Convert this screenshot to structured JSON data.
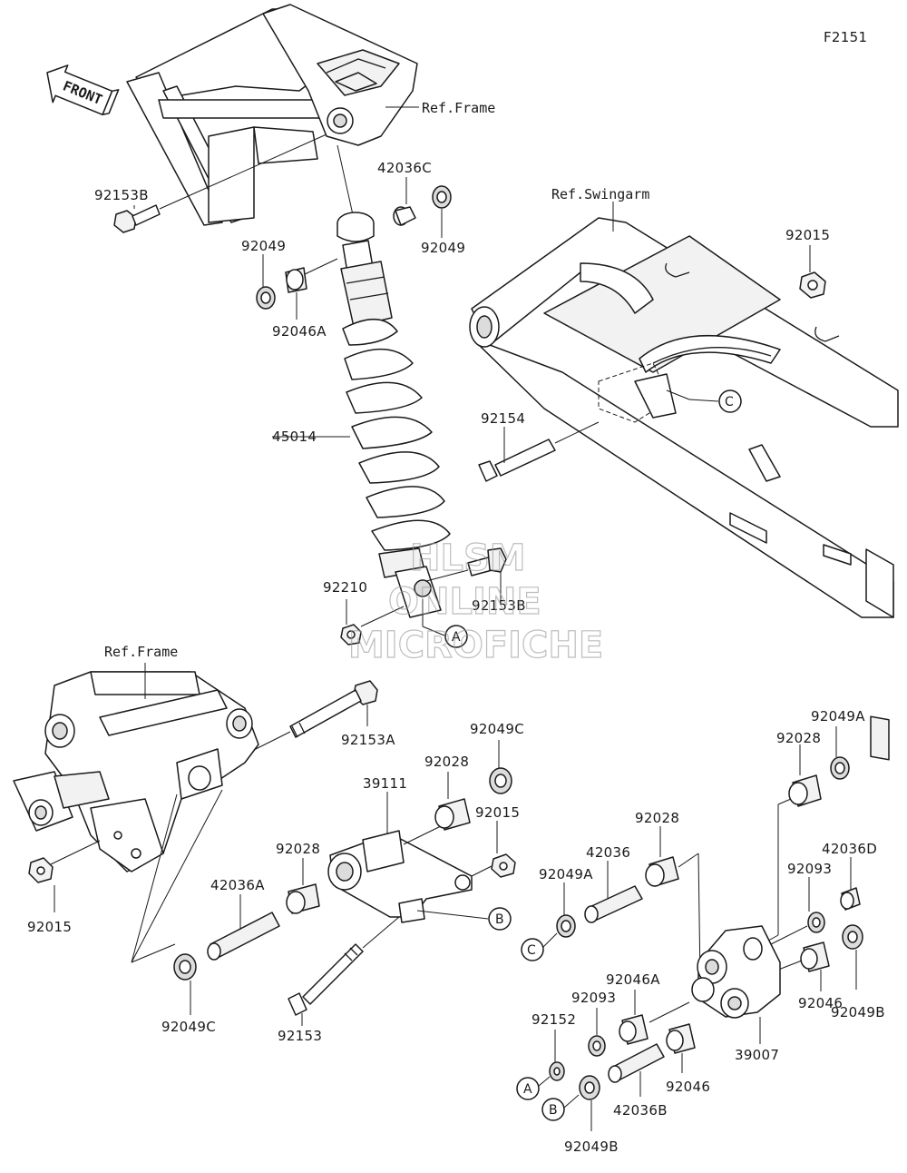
{
  "figure_code": "F2151",
  "front_label": "FRONT",
  "ref_labels": {
    "frame_top": "Ref.Frame",
    "swingarm": "Ref.Swingarm",
    "frame_bottom": "Ref.Frame"
  },
  "callouts": {
    "a": "A",
    "b": "B",
    "c": "C"
  },
  "part_numbers": {
    "p92153B_top": "92153B",
    "p42036C": "42036C",
    "p92049_left": "92049",
    "p92049_right": "92049",
    "p92046A_top": "92046A",
    "p45014": "45014",
    "p92015_top": "92015",
    "p92154": "92154",
    "p92210": "92210",
    "p92153B_mid": "92153B",
    "p92153A": "92153A",
    "p92049C_top": "92049C",
    "p92028_a": "92028",
    "p39111": "39111",
    "p92015_mid": "92015",
    "p92028_b": "92028",
    "p42036A": "42036A",
    "p92015_left": "92015",
    "p92049C_bottom": "92049C",
    "p92153": "92153",
    "p92049A_top": "92049A",
    "p92028_c": "92028",
    "p92028_d": "92028",
    "p42036": "42036",
    "p92049A_mid": "92049A",
    "p42036D": "42036D",
    "p92093_right": "92093",
    "p92046A_bottom": "92046A",
    "p92093_left": "92093",
    "p92049B_right": "92049B",
    "p92046_right": "92046",
    "p92152": "92152",
    "p39007": "39007",
    "p92046_bottom": "92046",
    "p42036B": "42036B",
    "p92049B_bottom": "92049B"
  },
  "watermark": {
    "line1": "HLSM",
    "line2": "ONLINE",
    "line3": "MICROFICHE"
  }
}
